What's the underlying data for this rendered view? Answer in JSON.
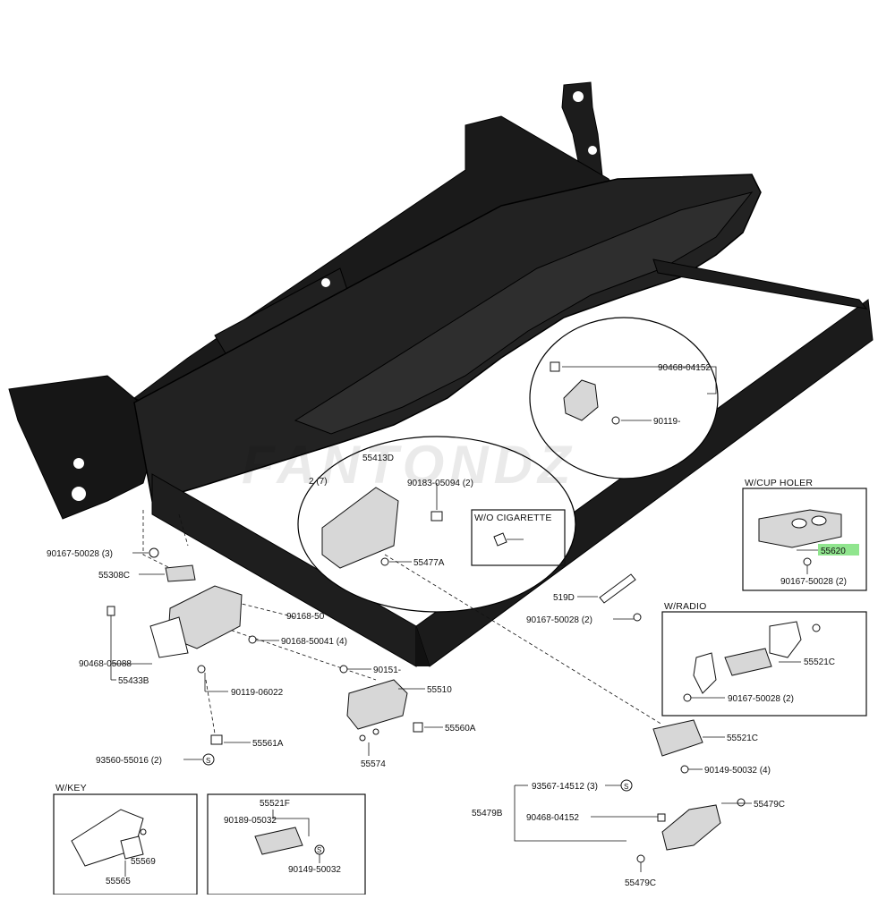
{
  "watermark": "FANTONDZ",
  "boxes": {
    "cup_holder": "W/CUP HOLER",
    "cigarette": "W/O CIGARETTE",
    "radio": "W/RADIO",
    "key": "W/KEY"
  },
  "labels": {
    "p90468_04152_top": "90468-04152",
    "p90119_top": "90119-",
    "p55413D": "55413D",
    "p_2_7": "2 (7)",
    "p90183_05094": "90183-05094 (2)",
    "p55477A": "55477A",
    "p90167_50028_3": "90167-50028 (3)",
    "p55308C": "55308C",
    "p90168_50": "90168-50",
    "p90168_50041": "90168-50041 (4)",
    "p90468_05088": "90468-05088",
    "p55433B": "55433B",
    "p90119_06022": "90119-06022",
    "p55561A": "55561A",
    "p93560_55016": "93560-55016 (2)",
    "p90151": "90151-",
    "p55510": "55510",
    "p55560A": "55560A",
    "p55574": "55574",
    "p55519D": "519D",
    "p90167_50028_2a": "90167-50028 (2)",
    "p55620": "55620",
    "p90167_50028_2b": "90167-50028 (2)",
    "p55521C_radio": "55521C",
    "p90167_50028_2c": "90167-50028 (2)",
    "p55521C": "55521C",
    "p90149_50032_4": "90149-50032 (4)",
    "p93567_14512": "93567-14512 (3)",
    "p55479B": "55479B",
    "p90468_04152_bot": "90468-04152",
    "p55479C_a": "55479C",
    "p55479C_b": "55479C",
    "p55521F": "55521F",
    "p90189_05032": "90189-05032",
    "p90149_50032": "90149-50032",
    "p55569": "55569",
    "p55565": "55565",
    "s_mark": "S"
  }
}
